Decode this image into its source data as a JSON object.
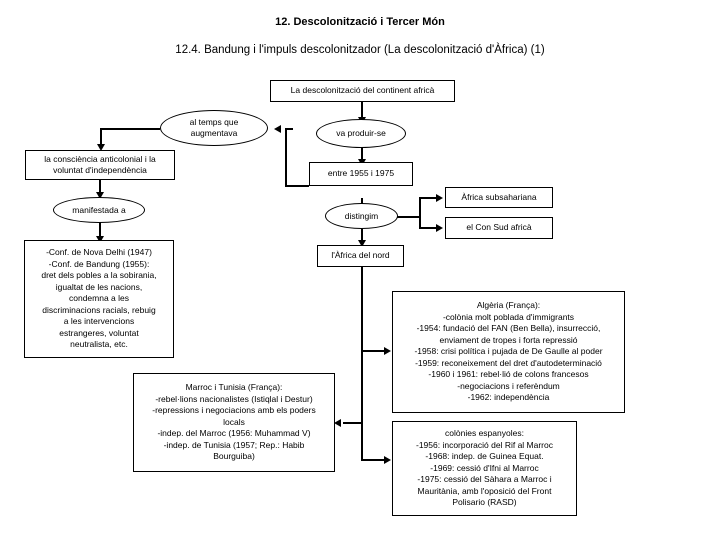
{
  "document": {
    "title_main": "12. Descolonització i Tercer Món",
    "title_sub": "12.4. Bandung i l'impuls descolonitzador (La descolonització d'Àfrica) (1)"
  },
  "diagram": {
    "type": "flowchart",
    "nodes": {
      "root": "La descolonització del continent africà",
      "al_temps_que": "al temps que augmentava",
      "consciencia": "la consciència anticolonial i la voluntat d'independència",
      "manifestada_a": "manifestada a",
      "conferencies": "-Conf. de Nova Delhi (1947) -Conf. de Bandung (1955): dret dels pobles a la sobirania, igualtat de les nacions, condemna a les discriminacions racials, rebuig a les intervencions estrangeres, voluntat neutralista, etc.",
      "va_produir_se": "va produir-se",
      "entre_1955_1975": "entre 1955 i 1975",
      "distingim": "distingim",
      "africa_subsahariana": "Àfrica subsahariana",
      "con_sud_africa": "el Con Sud africà",
      "africa_del_nord": "l'Àfrica del nord",
      "algeria": "Algèria (França): -colònia molt poblada d'immigrants -1954: fundació del FAN (Ben Bella), insurrecció, enviament de tropes i forta repressió -1958: crisi política i pujada de De Gaulle al poder -1959: reconeixement del dret d'autodeterminació -1960 i 1961: rebel·lió de colons francesos -negociacions i referèndum -1962: independència",
      "marroc_tunisia": "Marroc i Tunisia (França): -rebel·lions nacionalistes (Istiqlal i Destur) -repressions i negociacions amb els poders locals -indep. del Marroc (1956: Muhammad V) -indep. de Tunisia (1957; Rep.: Habib Bourguiba)",
      "colonies_espanyoles": "colònies espanyoles: -1956: incorporació del Rif al Marroc -1968: indep. de Guinea Equat. -1969: cessió d'Ifni al Marroc -1975: cessió del Sàhara a Marroc i Mauritània, amb l'oposició del Front Polisario (RASD)"
    },
    "node_lines": {
      "root": [
        "La descolonització del continent africà"
      ],
      "al_temps_que": [
        "al temps que",
        "augmentava"
      ],
      "consciencia": [
        "la consciència anticolonial i la",
        "voluntat d'independència"
      ],
      "manifestada_a": [
        "manifestada a"
      ],
      "conferencies": [
        "-Conf. de Nova Delhi (1947)",
        "-Conf. de Bandung (1955):",
        "dret dels pobles a la sobirania,",
        "igualtat de les nacions,",
        "condemna a les",
        "discriminacions racials, rebuig",
        "a les intervencions",
        "estrangeres, voluntat",
        "neutralista, etc."
      ],
      "va_produir_se": [
        "va produir-se"
      ],
      "entre_1955_1975": [
        "entre 1955 i 1975"
      ],
      "distingim": [
        "distingim"
      ],
      "africa_subsahariana": [
        "Àfrica subsahariana"
      ],
      "con_sud_africa": [
        "el Con Sud africà"
      ],
      "africa_del_nord": [
        "l'Àfrica del nord"
      ],
      "algeria": [
        "Algèria (França):",
        "-colònia molt poblada d'immigrants",
        "-1954: fundació del FAN (Ben Bella), insurrecció,",
        "enviament de tropes i forta repressió",
        "-1958: crisi política i pujada de De Gaulle al poder",
        "-1959: reconeixement del dret d'autodeterminació",
        "-1960 i 1961: rebel·lió de colons francesos",
        "-negociacions i referèndum",
        "-1962: independència"
      ],
      "marroc_tunisia": [
        "Marroc i Tunisia (França):",
        "-rebel·lions nacionalistes (Istiqlal i Destur)",
        "-repressions i negociacions amb els poders",
        "locals",
        "-indep. del Marroc (1956: Muhammad V)",
        "-indep. de Tunisia (1957; Rep.: Habib",
        "Bourguiba)"
      ],
      "colonies_espanyoles": [
        "colònies espanyoles:",
        "-1956: incorporació del Rif al Marroc",
        "-1968: indep. de Guinea Equat.",
        "-1969: cessió d'Ifni al Marroc",
        "-1975: cessió del Sàhara a Marroc i",
        "Mauritània, amb l'oposició del Front",
        "Polisario (RASD)"
      ]
    },
    "edges": [
      {
        "from": "root",
        "to": "va_produir_se"
      },
      {
        "from": "va_produir_se",
        "to": "entre_1955_1975"
      },
      {
        "from": "entre_1955_1975",
        "to": "al_temps_que"
      },
      {
        "from": "al_temps_que",
        "to": "consciencia"
      },
      {
        "from": "consciencia",
        "to": "manifestada_a"
      },
      {
        "from": "manifestada_a",
        "to": "conferencies"
      },
      {
        "from": "entre_1955_1975",
        "to": "distingim"
      },
      {
        "from": "distingim",
        "to": "africa_subsahariana"
      },
      {
        "from": "distingim",
        "to": "con_sud_africa"
      },
      {
        "from": "distingim",
        "to": "africa_del_nord"
      },
      {
        "from": "africa_del_nord",
        "to": "algeria"
      },
      {
        "from": "africa_del_nord",
        "to": "marroc_tunisia"
      },
      {
        "from": "africa_del_nord",
        "to": "colonies_espanyoles"
      }
    ],
    "colors": {
      "stroke": "#000000",
      "fill": "#ffffff",
      "text": "#000000"
    }
  }
}
